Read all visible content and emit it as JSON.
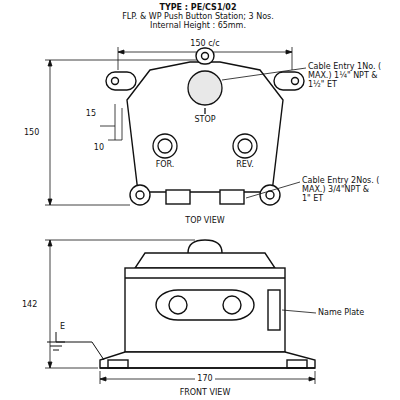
{
  "diagram": {
    "title": "TYPE : PE/CS1/02",
    "labels": [
      "FLP. & WP Push Button Station; 3 Nos.",
      "Internal Height : 65mm.",
      "150 c/c",
      "Cable Entry 1No. ( MAX.) 1¼\" NPT & 1½\" ET",
      "15",
      "10",
      "STOP",
      "150",
      "FOR.",
      "REV.",
      "Cable Entry 2Nos. ( MAX.) 3/4\"NPT & 1\" ET",
      "TOP VIEW",
      "142",
      "Name Plate",
      "E",
      "170",
      "FRONT VIEW"
    ]
  }
}
